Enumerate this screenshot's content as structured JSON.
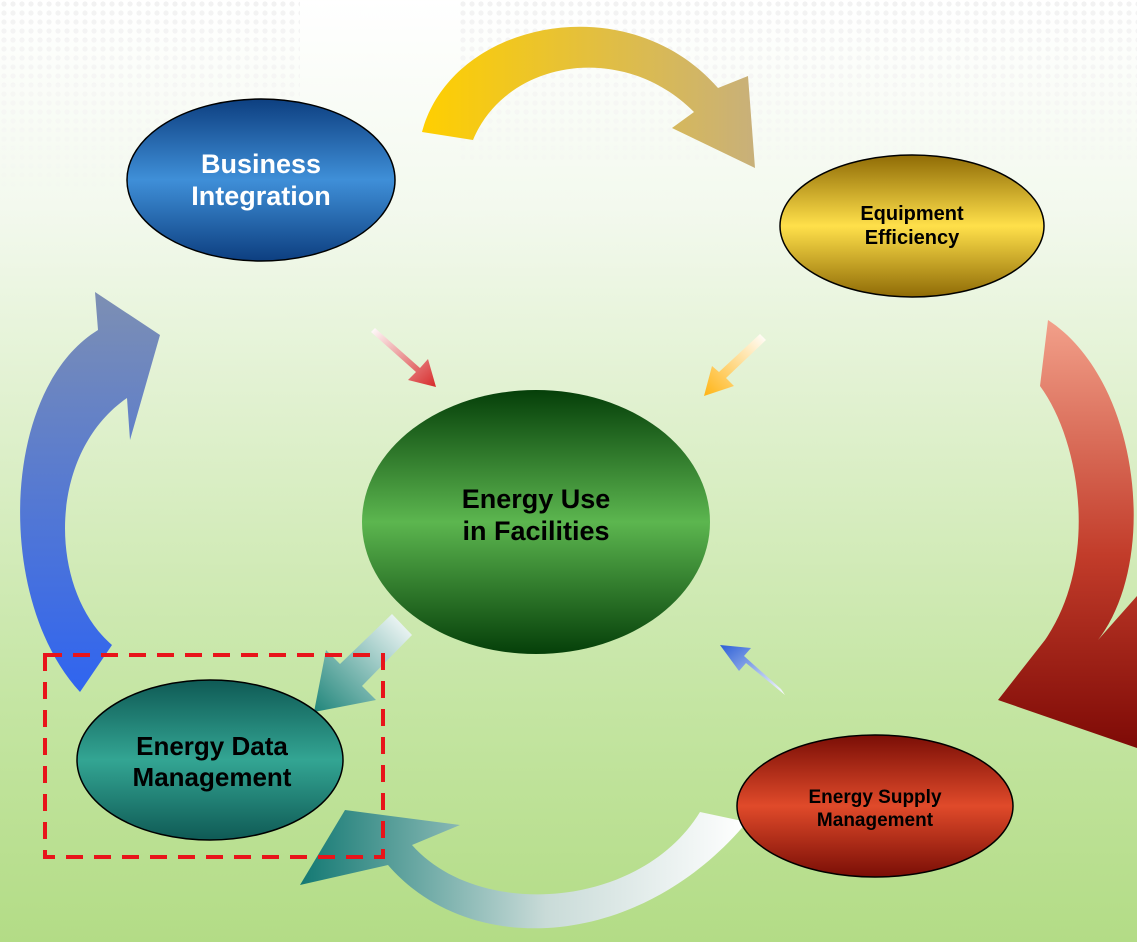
{
  "diagram": {
    "nodes": [
      {
        "id": "business",
        "label": "Business\nIntegration",
        "color": "#1f6fc1"
      },
      {
        "id": "equipment",
        "label": "Equipment\nEfficiency",
        "color": "#e8c21a"
      },
      {
        "id": "center",
        "label": "Energy Use\nin Facilities",
        "color": "#3f9a3a"
      },
      {
        "id": "supply",
        "label": "Energy Supply\nManagement",
        "color": "#c0341f"
      },
      {
        "id": "data",
        "label": "Energy Data\nManagement",
        "color": "#1f8f80"
      }
    ],
    "colors": {
      "arrow_top": "#f5c400",
      "arrow_right": "#8b0a0a",
      "arrow_bottom": "#1c7d7a",
      "arrow_left": "#2e63e6",
      "highlight_box": "#e8141a"
    }
  }
}
